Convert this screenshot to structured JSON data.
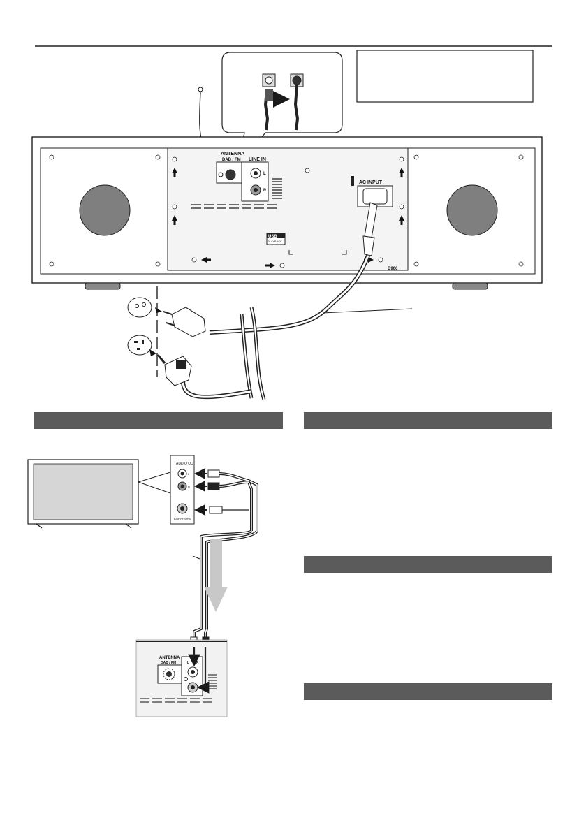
{
  "rear_panel": {
    "antenna_label": "ANTENNA",
    "antenna_sub_label": "DAB / FM",
    "line_in_label": "LINE IN",
    "line_in_left": "L",
    "line_in_right": "R",
    "ac_input_label": "AC INPUT",
    "usb_label": "USB",
    "usb_sub_label": "PLAYBACK",
    "model_code": "B906"
  },
  "tv_panel": {
    "audio_out_label": "AUDIO OUT",
    "audio_out_left": "L",
    "audio_out_right": "R",
    "earphone_label": "EARPHONE"
  },
  "connection_closeup": {
    "antenna_label": "ANTENNA",
    "antenna_sub_label": "DAB / FM",
    "left_label": "L",
    "right_label": "R"
  },
  "colors": {
    "section_bar": "#5b5b5b",
    "line": "#1a1a1a",
    "panel_fill": "#f2f2f2",
    "speaker_fill": "#7f7f7f"
  }
}
